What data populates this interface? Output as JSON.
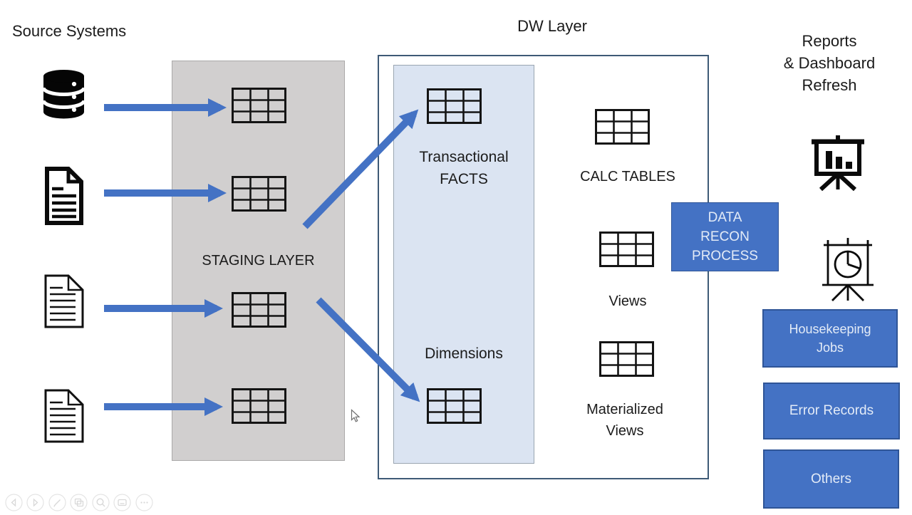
{
  "slide": {
    "source": {
      "title": "Source Systems"
    },
    "staging": {
      "label": "STAGING LAYER"
    },
    "dw": {
      "title": "DW Layer",
      "facts": "Transactional\nFACTS",
      "dimensions": "Dimensions",
      "calc_tables": "CALC TABLES",
      "views": "Views",
      "materialized_views": "Materialized\nViews"
    },
    "recon": {
      "label": "DATA\nRECON\nPROCESS"
    },
    "reports": {
      "title": "Reports\n& Dashboard\nRefresh"
    },
    "jobs": [
      {
        "label": "Housekeeping\nJobs"
      },
      {
        "label": "Error Records"
      },
      {
        "label": "Others"
      }
    ]
  },
  "toolbar": {
    "buttons": [
      "previous-slide",
      "next-slide",
      "pen",
      "see-all-slides",
      "zoom",
      "captions",
      "more-options"
    ]
  },
  "colors": {
    "accent_blue": "#4472C4",
    "accent_blue_border": "#2F5597",
    "staging_gray": "#D1CFCF",
    "dw_panel_blue": "#DBE4F2",
    "dw_border": "#3E5A76",
    "box_text": "#E3EBF7",
    "text_dark": "#1B1B1B"
  }
}
